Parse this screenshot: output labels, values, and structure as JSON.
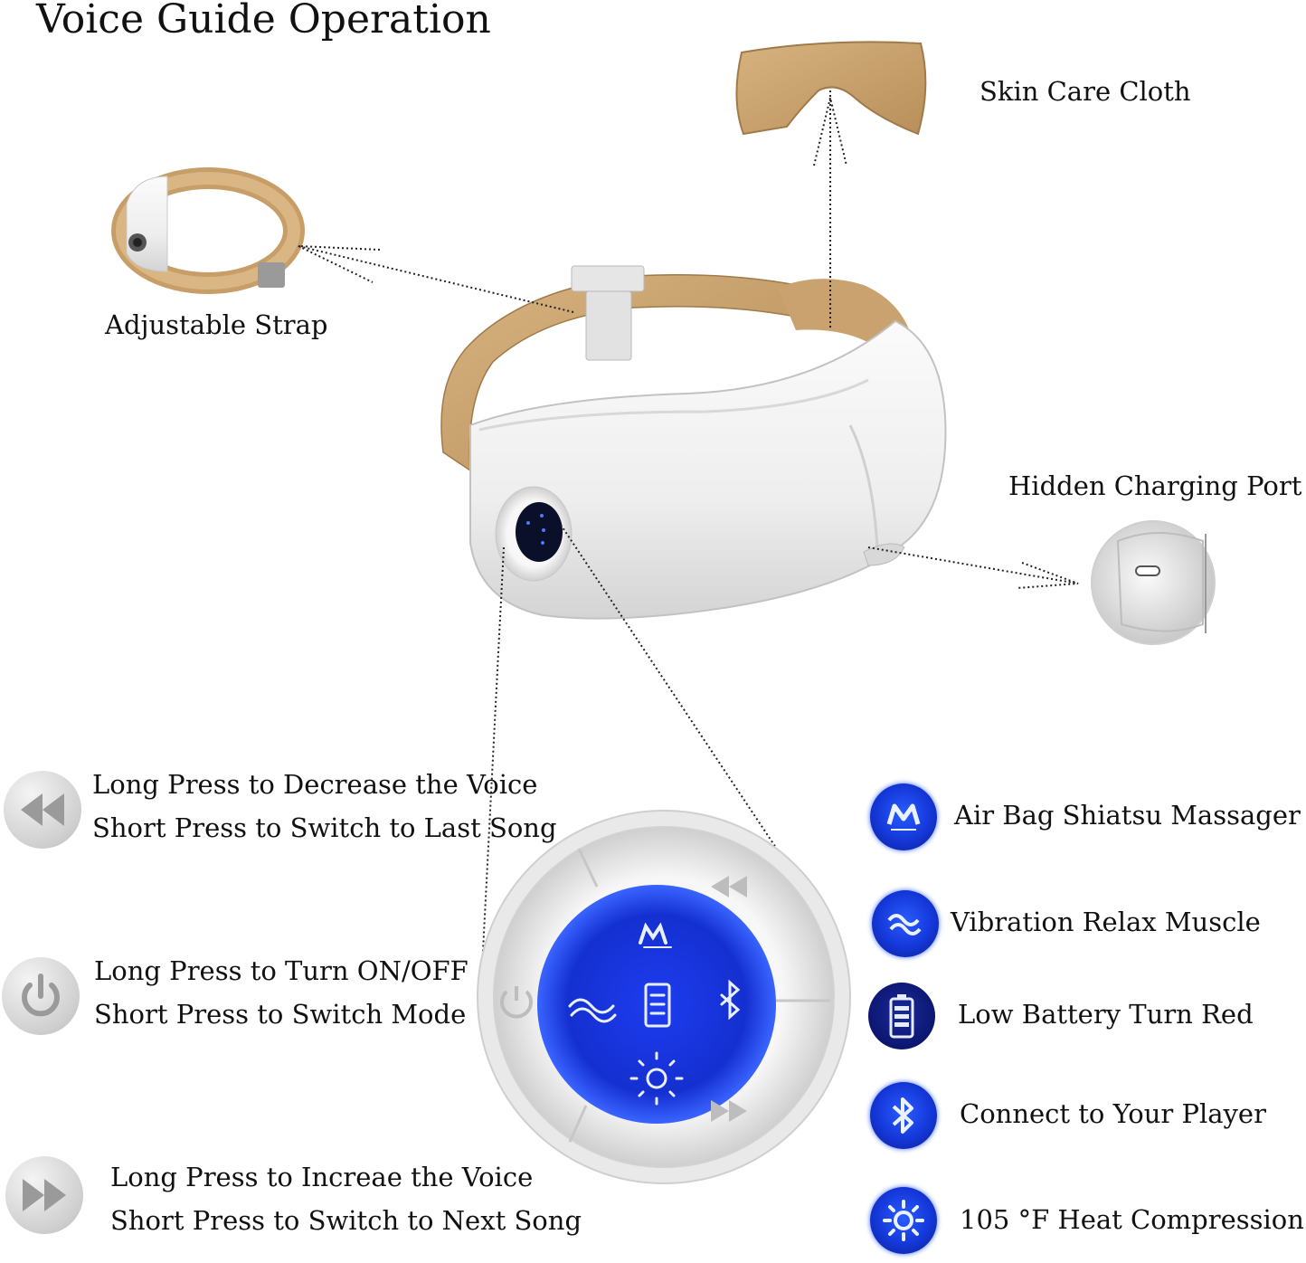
{
  "page": {
    "title": "Voice Guide Operation"
  },
  "parts": {
    "skin_care_cloth": "Skin Care Cloth",
    "adjustable_strap": "Adjustable Strap",
    "hidden_charging_port": "Hidden Charging Port"
  },
  "buttons": [
    {
      "icon": "rewind-icon",
      "line1": "Long Press to Decrease the Voice",
      "line2": "Short Press to Switch to Last Song"
    },
    {
      "icon": "power-icon",
      "line1": "Long Press to Turn ON/OFF",
      "line2": "Short Press to Switch Mode"
    },
    {
      "icon": "fast-forward-icon",
      "line1": "Long Press to Increae the Voice",
      "line2": "Short Press to Switch to Next Song"
    }
  ],
  "indicators": [
    {
      "icon": "air-bag-icon",
      "label": "Air Bag Shiatsu Massager",
      "color": "#1437d8"
    },
    {
      "icon": "vibration-icon",
      "label": "Vibration Relax Muscle",
      "color": "#1437d8"
    },
    {
      "icon": "battery-icon",
      "label": "Low Battery Turn Red",
      "color": "#0c1670"
    },
    {
      "icon": "bluetooth-icon",
      "label": "Connect to Your Player",
      "color": "#1437d8"
    },
    {
      "icon": "heat-icon",
      "label": "105 °F Heat Compression",
      "color": "#1437d8"
    }
  ]
}
